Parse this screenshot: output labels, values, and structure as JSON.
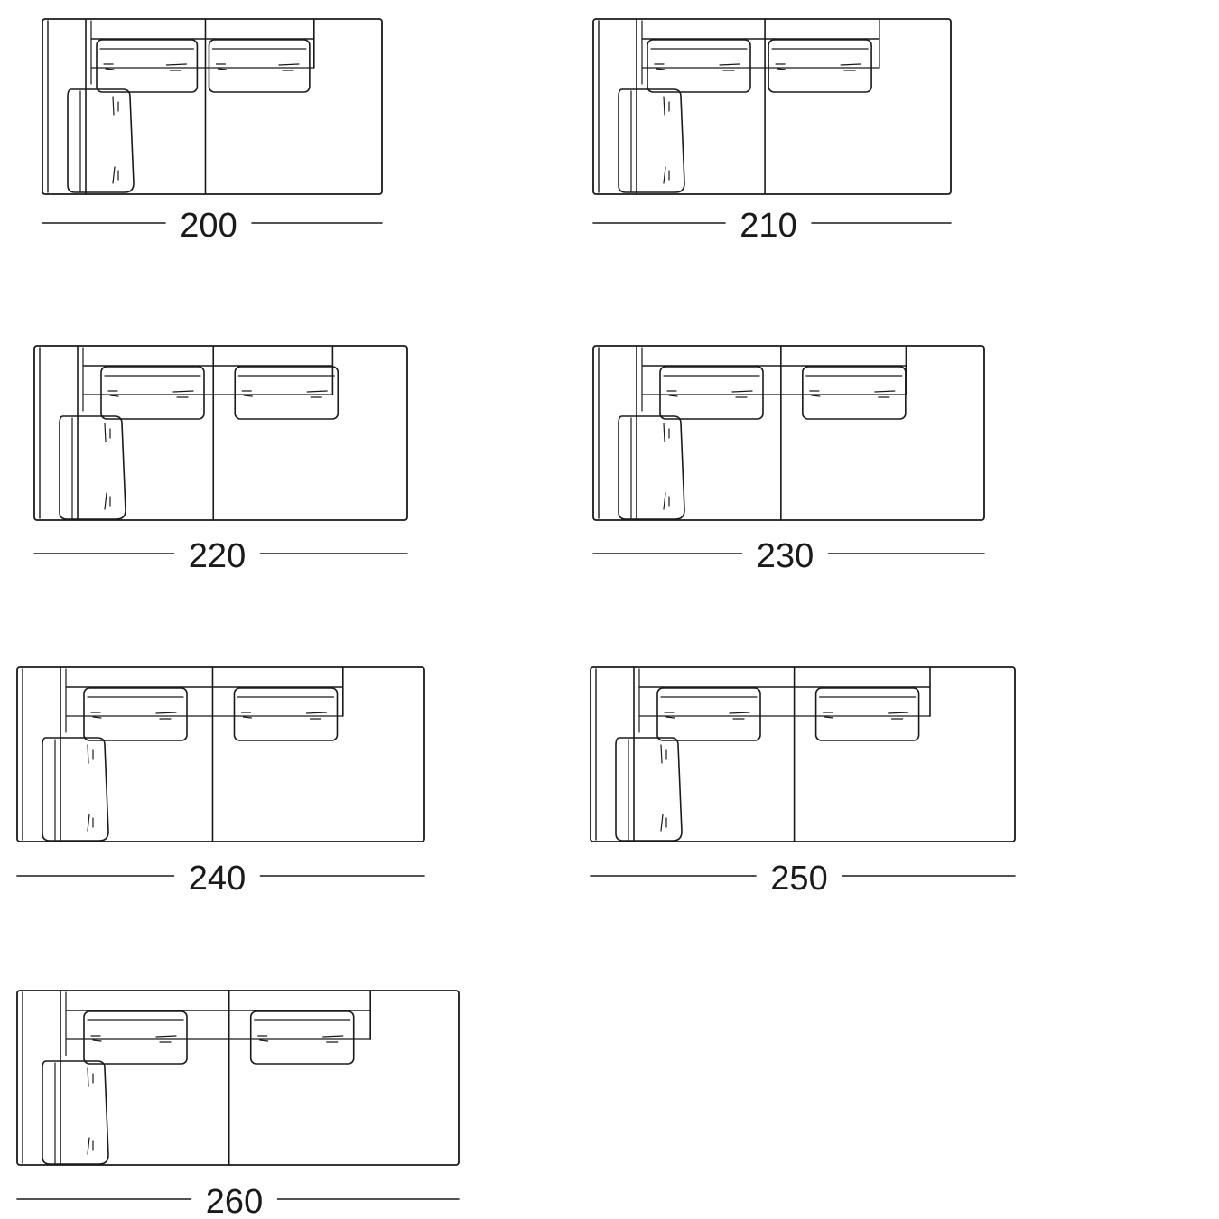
{
  "diagram": {
    "line_color": "#1a1a1a",
    "background": "#ffffff",
    "modules": [
      {
        "width_label": "200"
      },
      {
        "width_label": "210"
      },
      {
        "width_label": "220"
      },
      {
        "width_label": "230"
      },
      {
        "width_label": "240"
      },
      {
        "width_label": "250"
      },
      {
        "width_label": "260"
      }
    ]
  }
}
